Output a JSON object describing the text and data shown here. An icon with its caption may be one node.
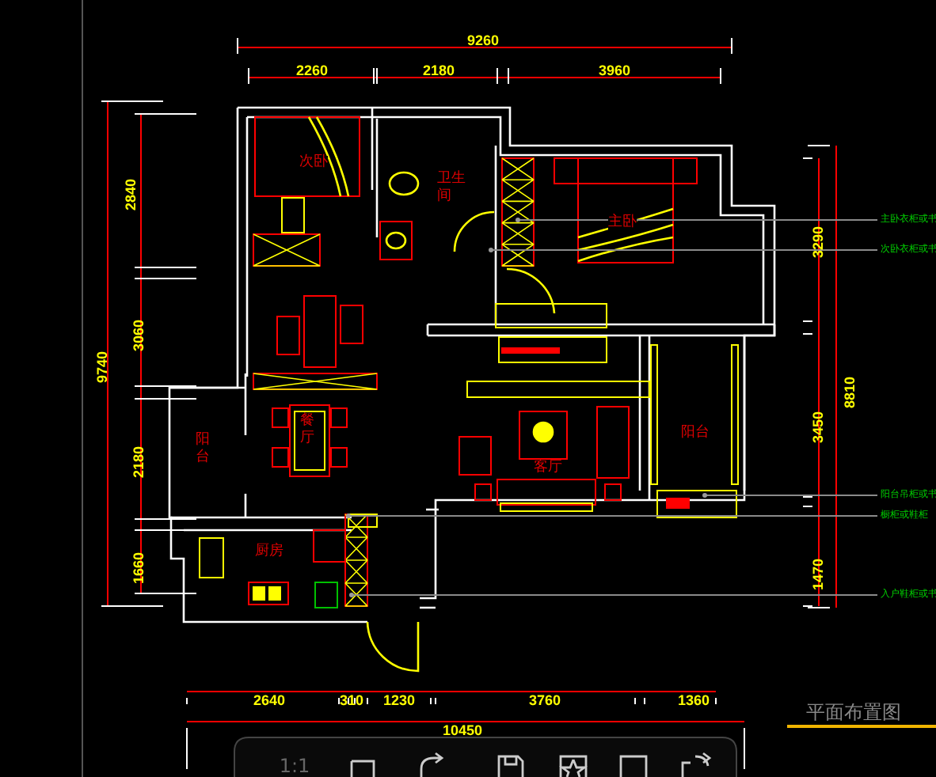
{
  "diagram": {
    "title": "平面布置图",
    "nodes": [
      {
        "text": [
          "主卧衣柜或书"
        ]
      },
      {
        "text": [
          "次卧衣柜或书"
        ]
      },
      {
        "text": [
          "阳台吊柜或书"
        ]
      },
      {
        "text": [
          "橱柜或鞋柜"
        ]
      },
      {
        "text": [
          "入户鞋柜或书"
        ]
      }
    ],
    "edges": [
      {
        "from": 0,
        "to": null,
        "arrow": "none"
      },
      {
        "from": 1,
        "to": null,
        "arrow": "none"
      },
      {
        "from": 2,
        "to": null,
        "arrow": "none"
      },
      {
        "from": 3,
        "to": null,
        "arrow": "none"
      },
      {
        "from": 4,
        "to": null,
        "arrow": "none"
      }
    ],
    "labels": [
      "9260",
      "2260",
      "2180",
      "3960",
      "2840",
      "次卧",
      "卫生间",
      "主卧",
      "3290",
      "3060",
      "9740",
      "8810",
      "阳台",
      "餐厅",
      "2180",
      "客厅",
      "阳台",
      "3450",
      "厨房",
      "1660",
      "1470",
      "2640",
      "310",
      "1230",
      "3760",
      "1360",
      "10450",
      "1:1"
    ]
  }
}
